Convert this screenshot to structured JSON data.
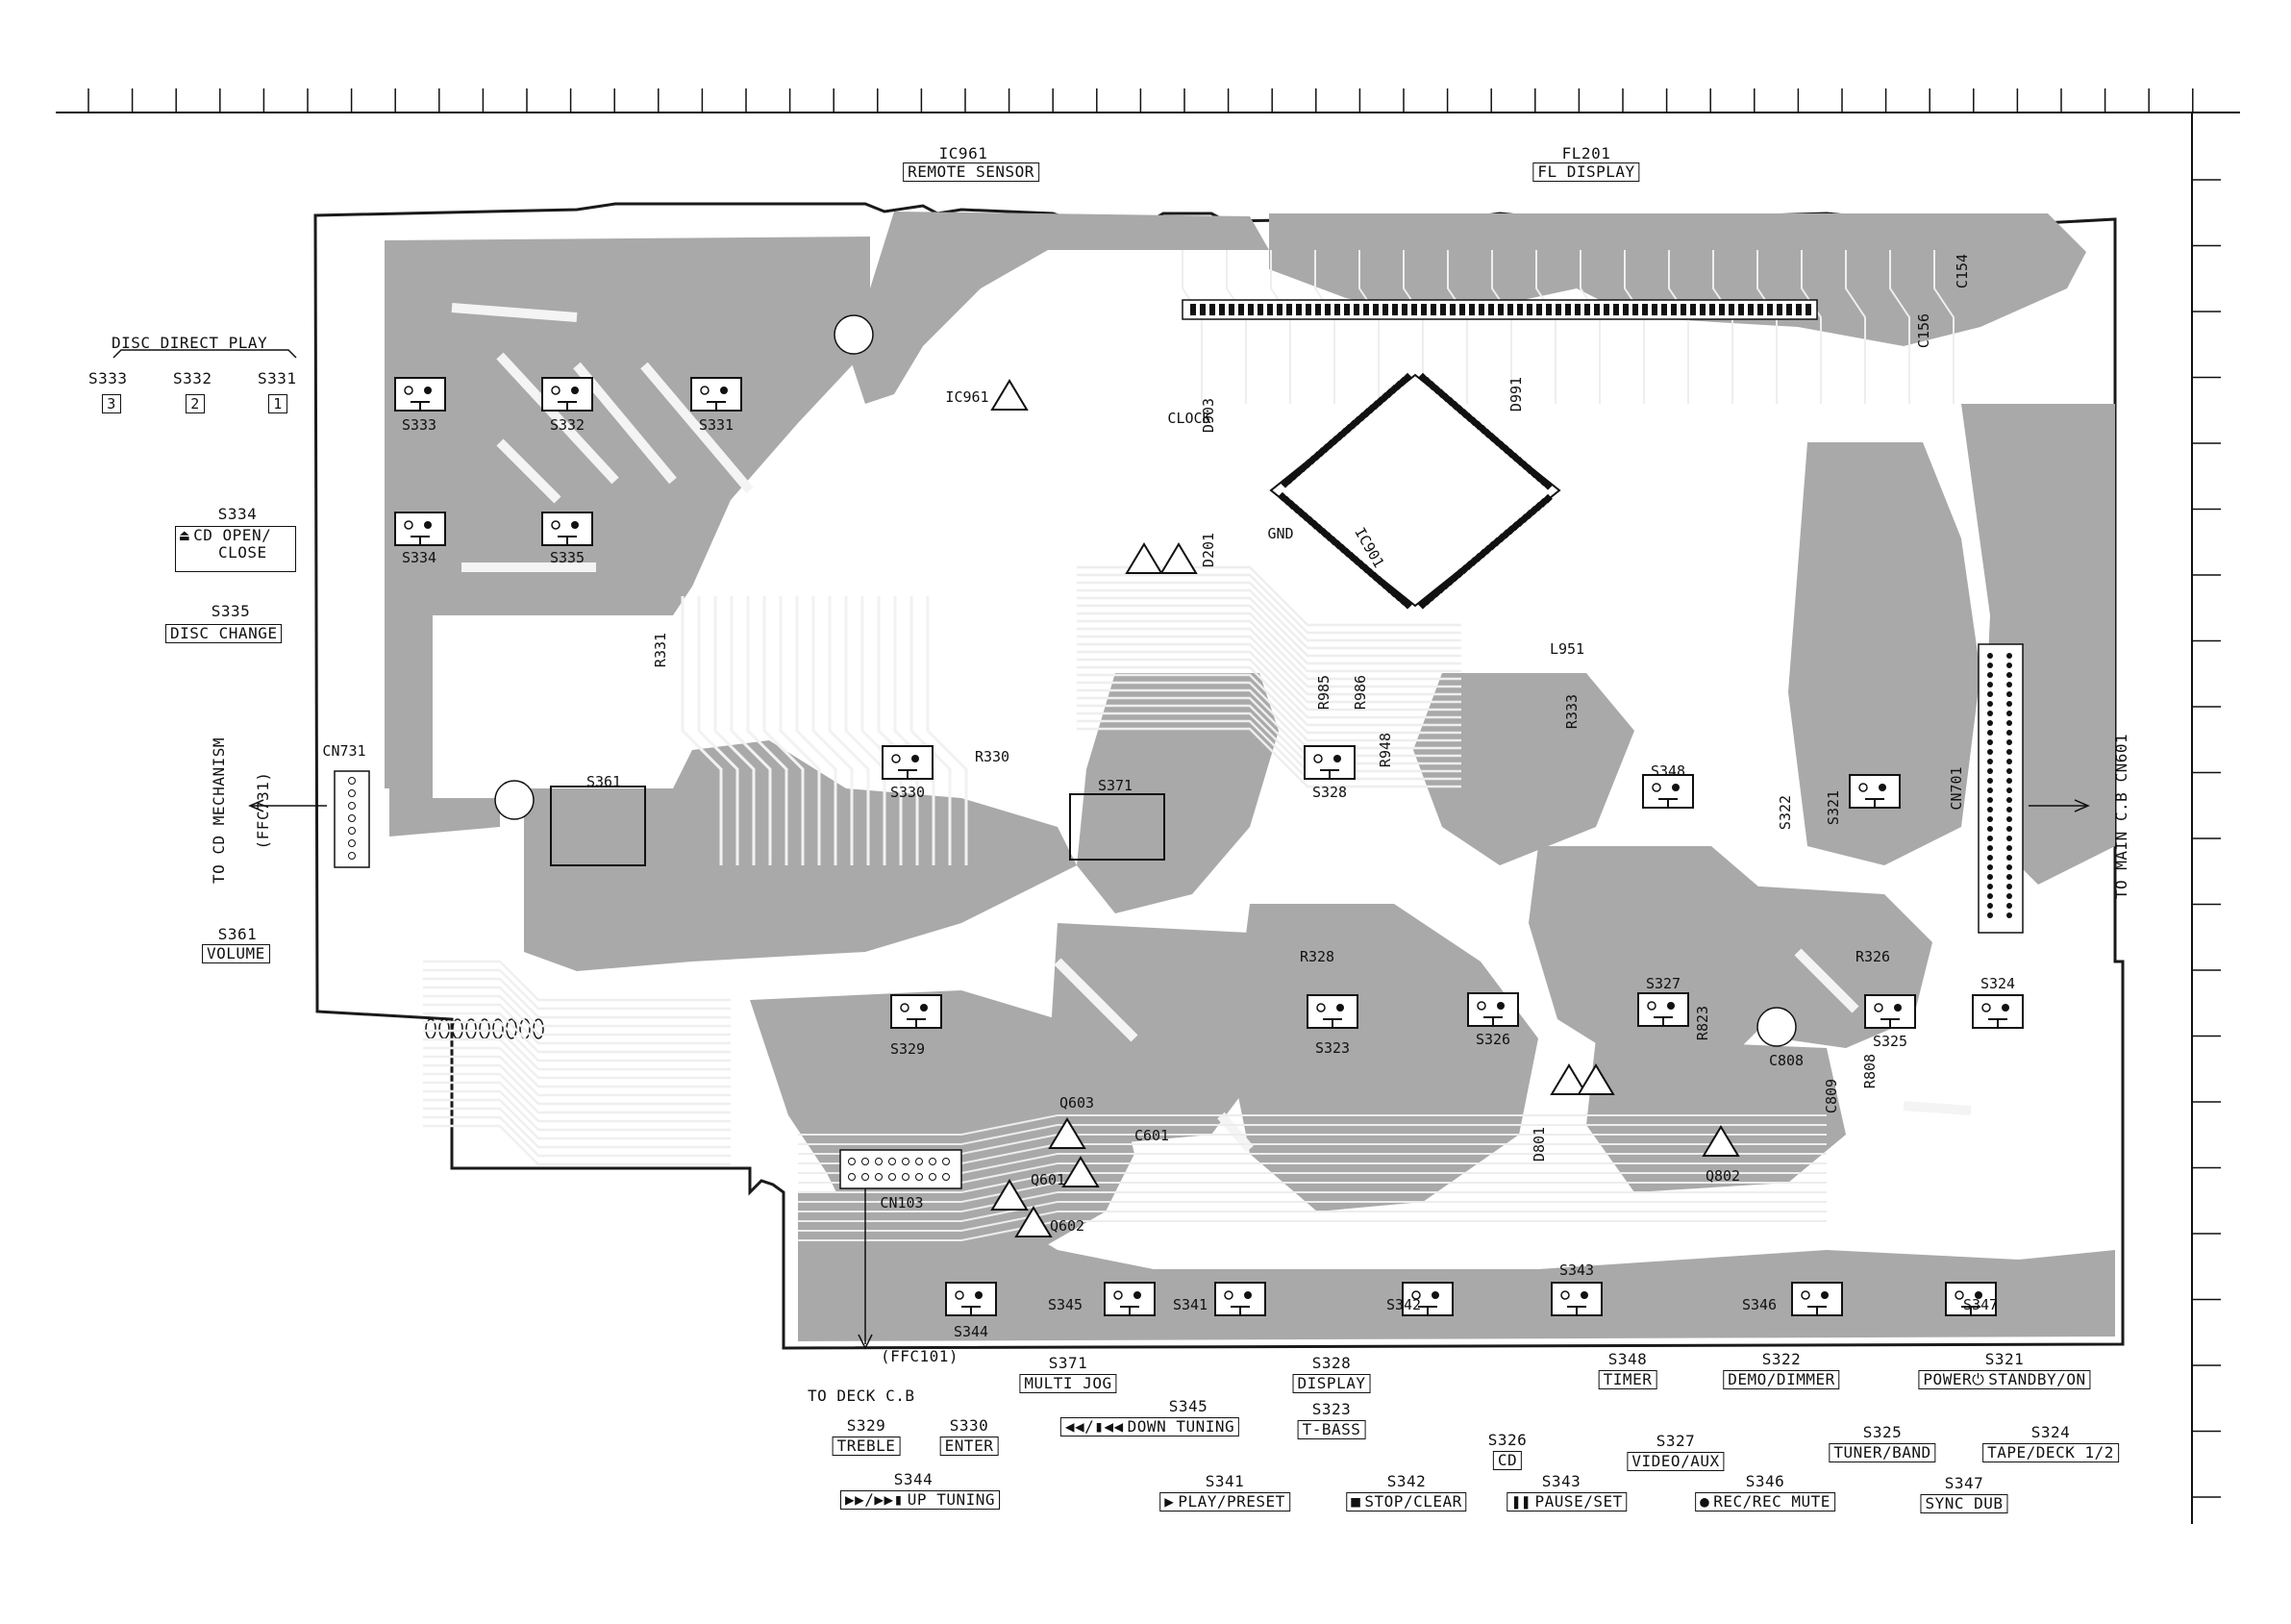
{
  "diagram": {
    "board_colors": {
      "fill": "#a9a9a9",
      "trace": "#f2f2f2",
      "outline": "#1a1a1a"
    },
    "headers": {
      "ic961_ref": "IC961",
      "ic961_box": "REMOTE SENSOR",
      "fl201_ref": "FL201",
      "fl201_box": "FL DISPLAY"
    },
    "disc_direct": {
      "title": "DISC DIRECT PLAY",
      "switches": [
        {
          "ref": "S333",
          "key": "3"
        },
        {
          "ref": "S332",
          "key": "2"
        },
        {
          "ref": "S331",
          "key": "1"
        }
      ]
    },
    "left_functions": {
      "s334_ref": "S334",
      "s334_line1": "CD OPEN/",
      "s334_line2": "CLOSE",
      "s334_icon": "eject-icon",
      "s335_ref": "S335",
      "s335_label": "DISC CHANGE",
      "s361_ref": "S361",
      "s361_label": "VOLUME",
      "cd_mech_line1": "TO CD MECHANISM",
      "cd_mech_line2": "(FFC731)"
    },
    "right_side": {
      "to_main": "TO MAIN C.B CN601"
    },
    "deck": {
      "ffc": "(FFC101)",
      "to_deck": "TO DECK C.B"
    },
    "bottom_functions": [
      {
        "ref": "S371",
        "label": "MULTI JOG"
      },
      {
        "ref": "S328",
        "label": "DISPLAY"
      },
      {
        "ref": "S348",
        "label": "TIMER"
      },
      {
        "ref": "S322",
        "label": "DEMO/DIMMER"
      },
      {
        "ref": "S321",
        "label": "STANDBY/ON",
        "prefix": "POWER",
        "icon": "power-icon"
      },
      {
        "ref": "S345",
        "label": "DOWN TUNING",
        "icon": "rewind-icon"
      },
      {
        "ref": "S323",
        "label": "T-BASS"
      },
      {
        "ref": "S329",
        "label": "TREBLE"
      },
      {
        "ref": "S330",
        "label": "ENTER"
      },
      {
        "ref": "S326",
        "label": "CD"
      },
      {
        "ref": "S327",
        "label": "VIDEO/AUX"
      },
      {
        "ref": "S325",
        "label": "TUNER/BAND"
      },
      {
        "ref": "S324",
        "label": "TAPE/DECK 1/2"
      },
      {
        "ref": "S344",
        "label": "UP TUNING",
        "icon": "fast-forward-icon"
      },
      {
        "ref": "S341",
        "label": "PLAY/PRESET",
        "icon": "play-icon"
      },
      {
        "ref": "S342",
        "label": "STOP/CLEAR",
        "icon": "stop-icon"
      },
      {
        "ref": "S343",
        "label": "PAUSE/SET",
        "icon": "pause-icon"
      },
      {
        "ref": "S346",
        "label": "REC/REC MUTE",
        "icon": "record-icon"
      },
      {
        "ref": "S347",
        "label": "SYNC DUB"
      }
    ],
    "board_labels": [
      "S333",
      "S332",
      "S331",
      "S334",
      "S335",
      "S361",
      "S330",
      "S371",
      "S328",
      "S348",
      "S322",
      "S321",
      "S329",
      "S323",
      "S326",
      "S327",
      "S325",
      "S324",
      "S344",
      "S345",
      "S341",
      "S342",
      "S343",
      "S346",
      "S347",
      "IC961",
      "IC901",
      "CN731",
      "CN103",
      "CN701",
      "L951",
      "Q601",
      "Q602",
      "Q603",
      "D801",
      "Q802",
      "CLOCK",
      "GND",
      "R331",
      "R330",
      "R328",
      "R326",
      "R333",
      "R948",
      "R986",
      "R985",
      "C601",
      "C808",
      "C809",
      "R808",
      "R823",
      "C154",
      "C156",
      "D201",
      "D991",
      "D903"
    ]
  }
}
